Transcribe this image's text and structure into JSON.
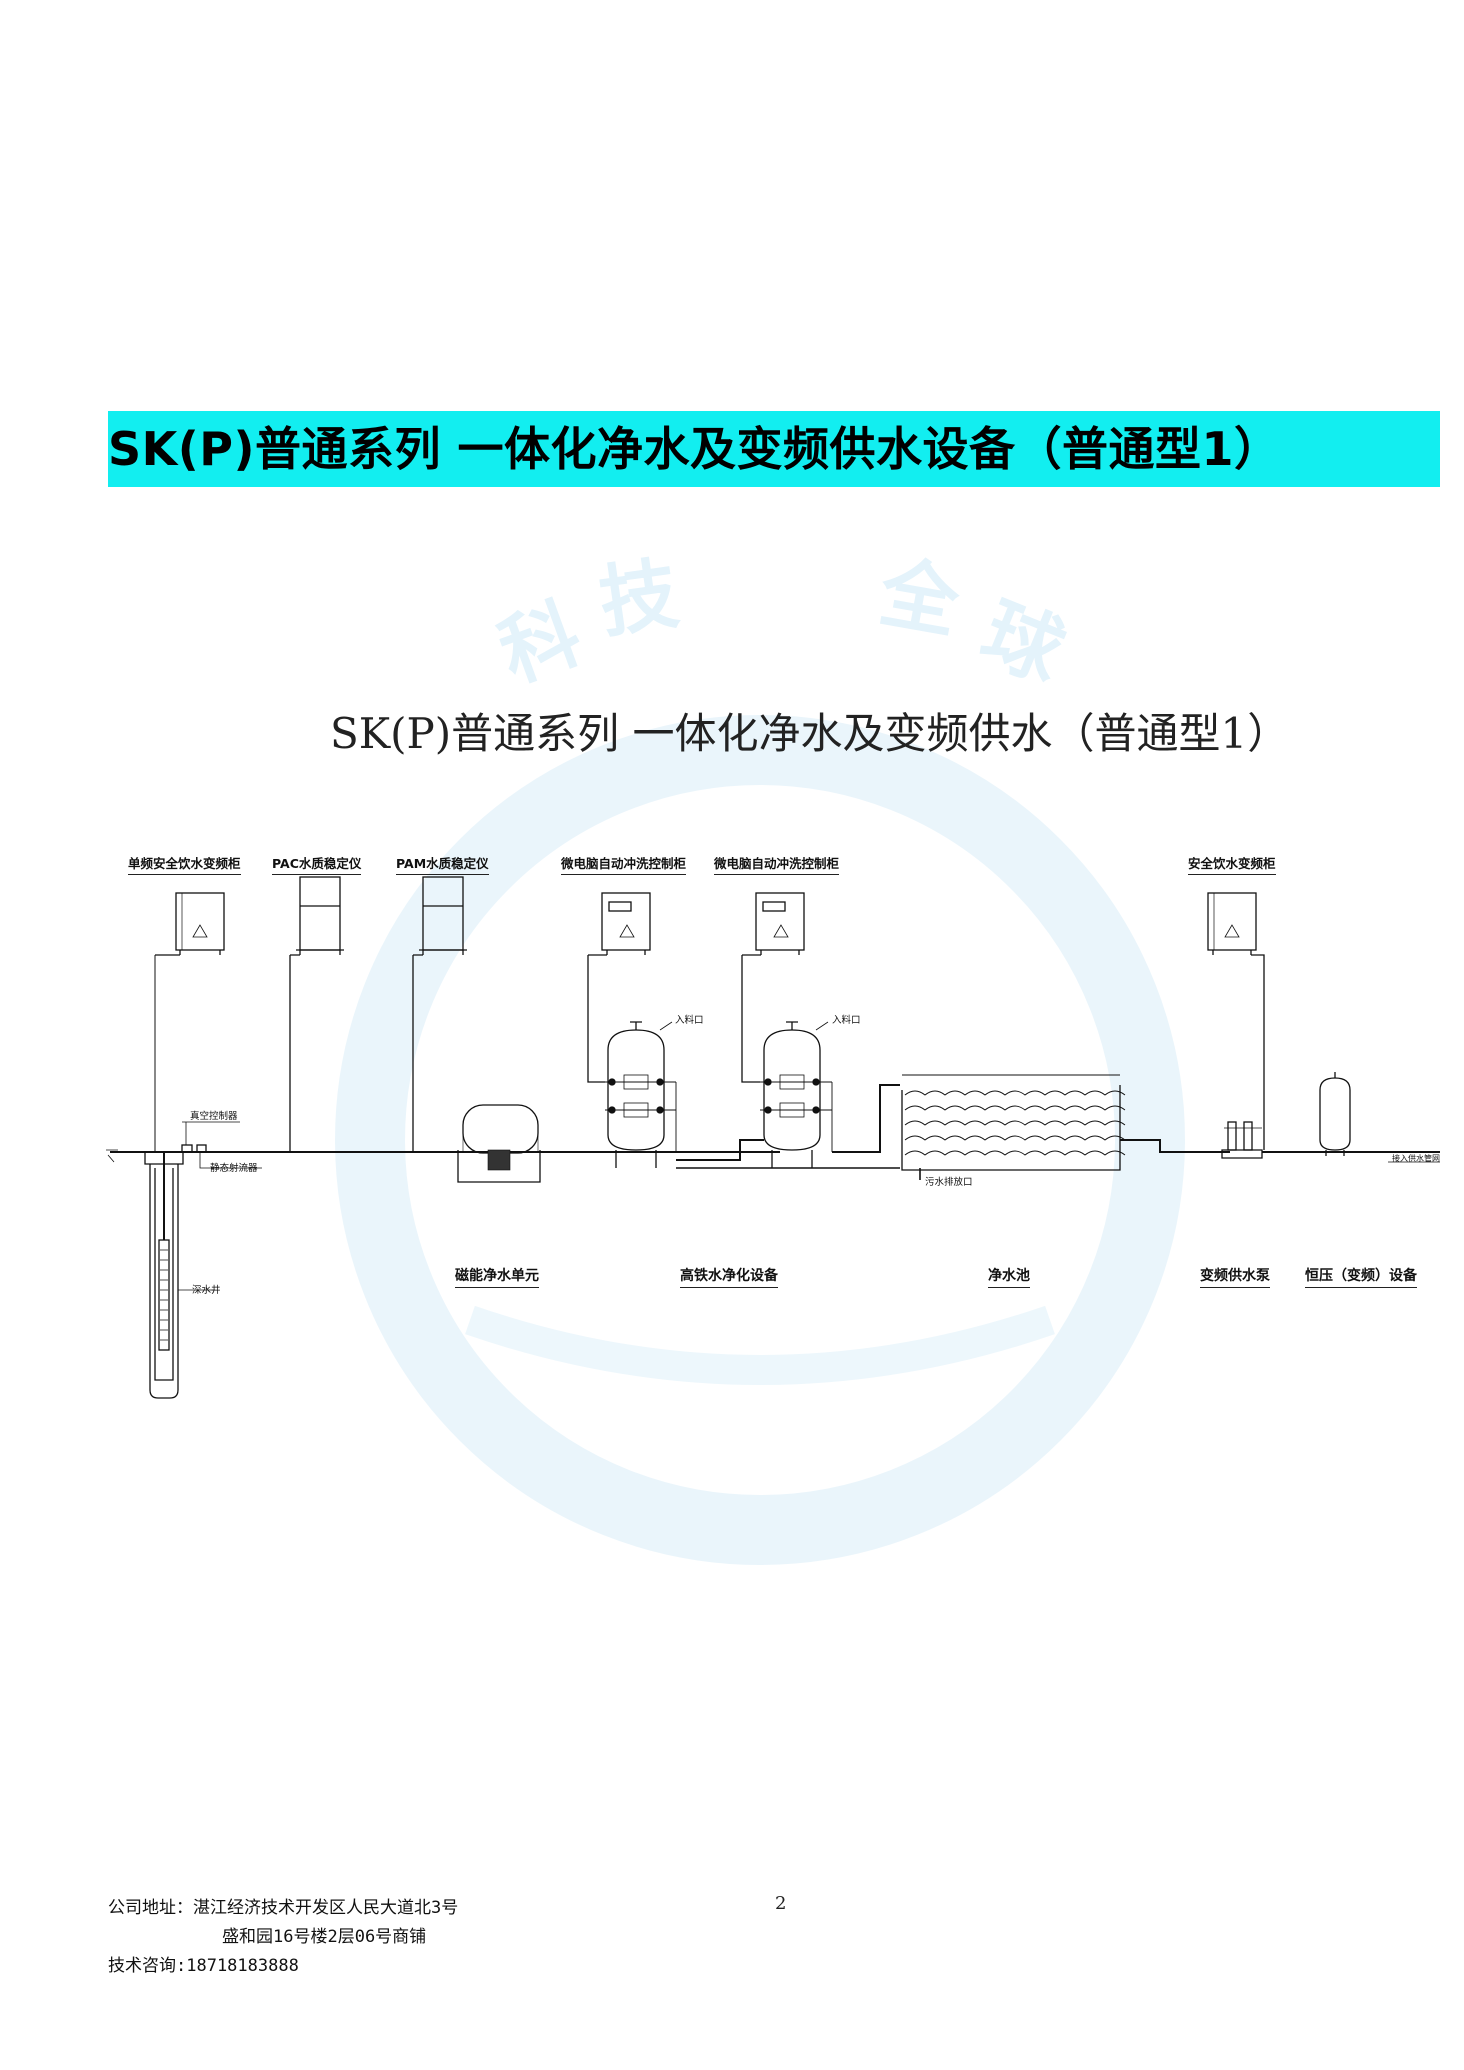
{
  "header": {
    "title": "SK(P)普通系列 一体化净水及变频供水设备（普通型1）"
  },
  "watermark": {
    "chars": [
      "科",
      "技",
      "全",
      "球"
    ]
  },
  "diagram": {
    "title": "SK(P)普通系列  一体化净水及变频供水（普通型1）",
    "top_labels": {
      "single_freq_cabinet": "单频安全饮水变频柜",
      "pac_stabilizer": "PAC水质稳定仪",
      "pam_stabilizer": "PAM水质稳定仪",
      "backwash_cabinet_1": "微电脑自动冲洗控制柜",
      "backwash_cabinet_2": "微电脑自动冲洗控制柜",
      "safe_water_cabinet": "安全饮水变频柜"
    },
    "small_labels": {
      "inlet_1": "入料口",
      "inlet_2": "入料口",
      "vacuum_controller": "真空控制器",
      "static_mixer": "静态射流器",
      "deep_well": "深水井",
      "sewage_outlet": "污水排放口",
      "supply_pipe": "接入供水管网"
    },
    "bottom_labels": {
      "magnetic_unit": "磁能净水单元",
      "iron_purification": "高铁水净化设备",
      "clean_pool": "净水池",
      "vf_pump": "变频供水泵",
      "constant_pressure": "恒压（变频）设备"
    }
  },
  "page_number": "2",
  "footer": {
    "address_line1": "公司地址：湛江经济技术开发区人民大道北3号",
    "address_line2": "盛和园16号楼2层06号商铺",
    "consult": "技术咨询:18718183888"
  }
}
